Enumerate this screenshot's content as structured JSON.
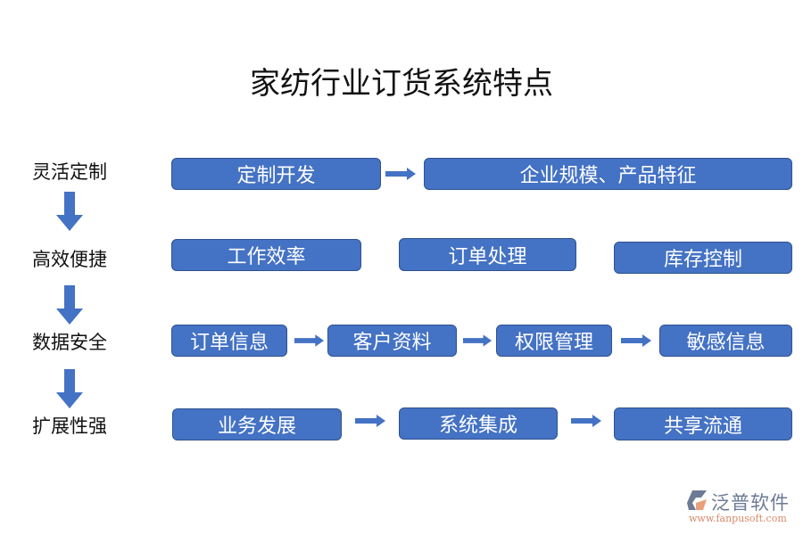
{
  "title": "家纺行业订货系统特点",
  "rows": [
    {
      "label": "灵活定制",
      "boxes": [
        "定制开发",
        "企业规模、产品特征"
      ]
    },
    {
      "label": "高效便捷",
      "boxes": [
        "工作效率",
        "订单处理",
        "库存控制"
      ]
    },
    {
      "label": "数据安全",
      "boxes": [
        "订单信息",
        "客户资料",
        "权限管理",
        "敏感信息"
      ]
    },
    {
      "label": "扩展性强",
      "boxes": [
        "业务发展",
        "系统集成",
        "共享流通"
      ]
    }
  ],
  "logo": {
    "name": "泛普软件",
    "url": "www.fanpusoft.com"
  },
  "colors": {
    "box": "#4472C4",
    "border": "#2F528F"
  }
}
